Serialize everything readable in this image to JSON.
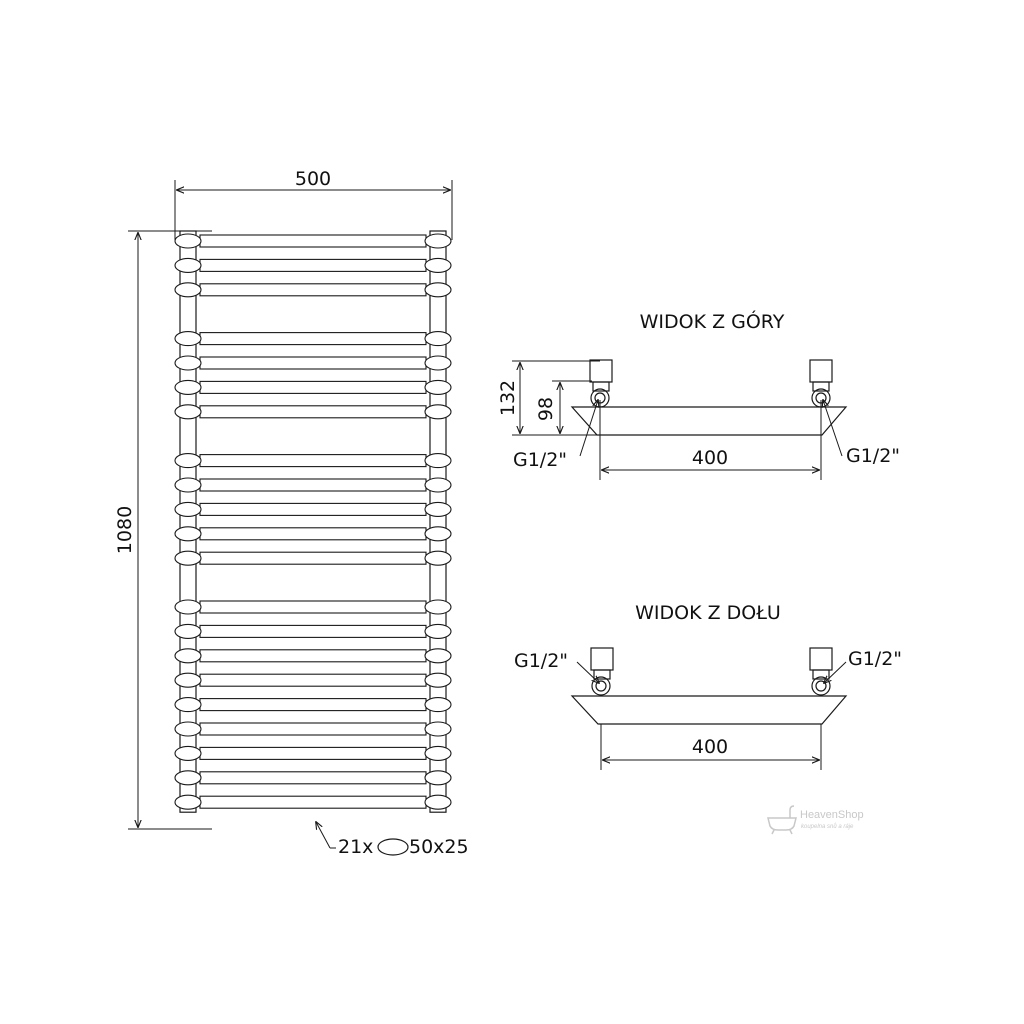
{
  "drawing": {
    "front": {
      "width_label": "500",
      "height_label": "1080",
      "tube_count": 21,
      "tube_groups": [
        3,
        4,
        5,
        9
      ],
      "tube_note_count": "21x",
      "tube_note_size": "50x25"
    },
    "top_view": {
      "title": "WIDOK Z GÓRY",
      "dim_132": "132",
      "dim_98": "98",
      "spacing": "400",
      "conn_left": "G1/2\"",
      "conn_right": "G1/2\""
    },
    "bottom_view": {
      "title": "WIDOK Z DOŁU",
      "spacing": "400",
      "conn_left": "G1/2\"",
      "conn_right": "G1/2\""
    },
    "watermark": {
      "brand": "HeavenShop",
      "tagline": "koupelna snů a ráje"
    }
  }
}
